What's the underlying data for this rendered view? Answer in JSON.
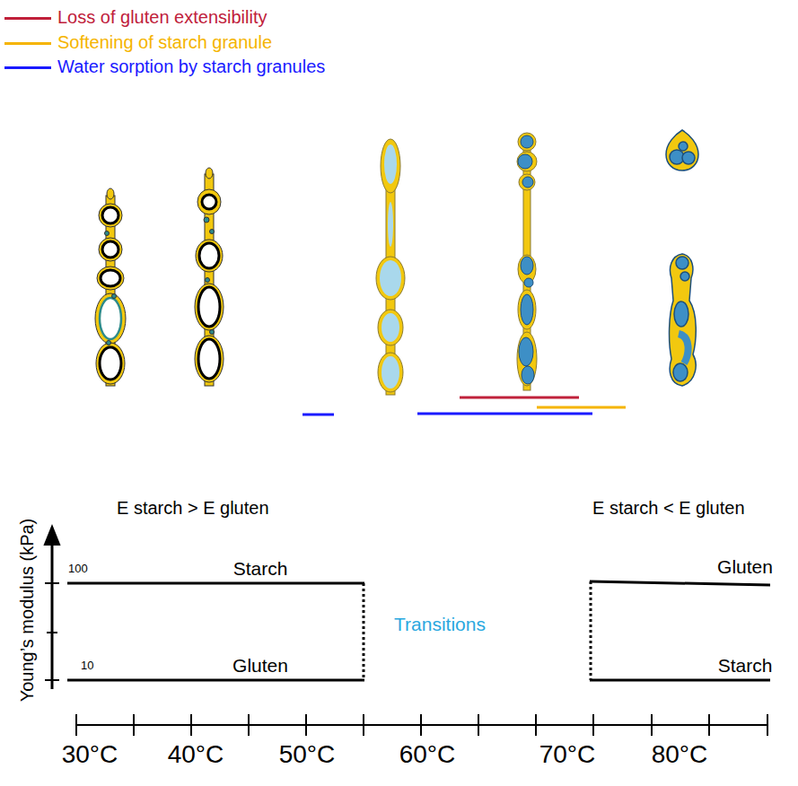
{
  "diagram": {
    "labels": [
      "E starch > E gluten",
      "E starch < E gluten",
      "Young’s modulus (kPa)",
      "100",
      "10",
      "Starch",
      "Gluten",
      "Transitions",
      "Gluten",
      "Starch",
      "30°C",
      "40°C",
      "50°C",
      "60°C",
      "70°C",
      "80°C"
    ],
    "legend": [
      {
        "text": "Loss of gluten extensibility",
        "color": "#c0203a"
      },
      {
        "text": "Softening of starch granule",
        "color": "#f5b400"
      },
      {
        "text": "Water sorption by starch granules",
        "color": "#1a1aff"
      }
    ]
  }
}
